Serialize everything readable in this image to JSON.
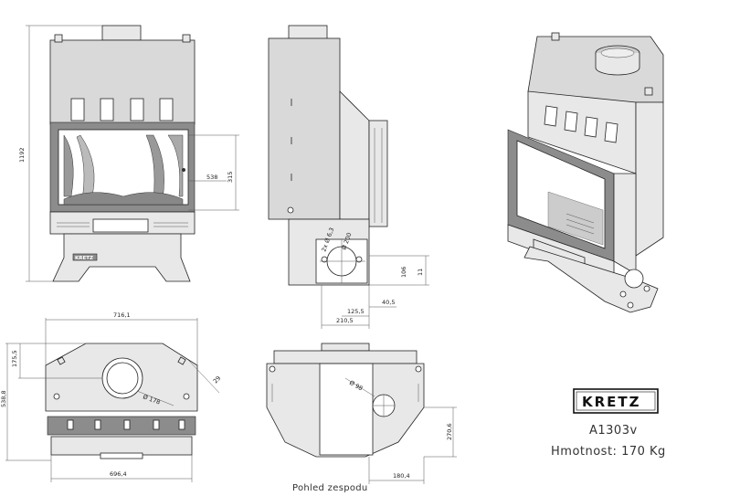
{
  "front_view": {
    "height_dim": "1192",
    "glass_width_dim": "538",
    "glass_height_dim": "315",
    "brand_plate": "KRETZ"
  },
  "side_view": {
    "hole_dim": "2x Ø 6,3",
    "pipe_dim": "Ø 200",
    "dim_106": "106",
    "dim_11": "11",
    "dim_40_5": "40,5",
    "dim_125_5": "125,5",
    "dim_210_5": "210,5"
  },
  "top_view": {
    "width_dim": "716,1",
    "depth_dim": "538,8",
    "depth2_dim": "175,5",
    "flue_dim": "Ø 178",
    "corner_dim": "29",
    "base_width_dim": "696,4"
  },
  "bottom_view": {
    "caption": "Pohled zespodu",
    "hole_dim": "Ø 98",
    "depth_dim": "270,6",
    "offset_dim": "180,4"
  },
  "brand": {
    "logo": "KRETZ",
    "model": "A1303v",
    "weight": "Hmotnost: 170 Kg"
  }
}
